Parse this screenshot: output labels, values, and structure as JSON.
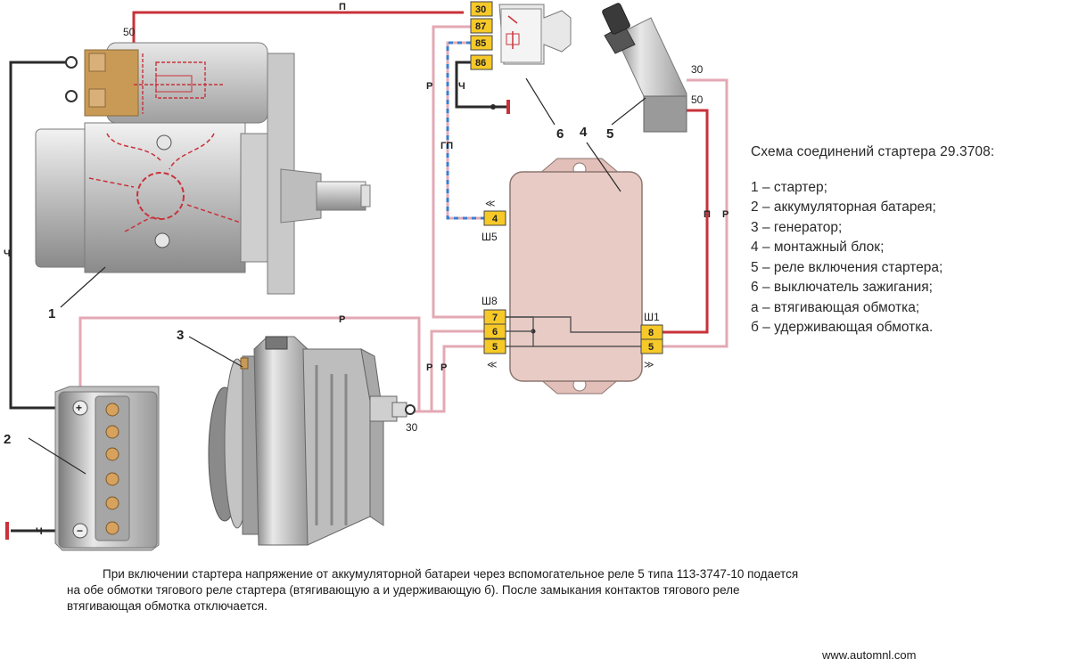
{
  "legend": {
    "title": "Схема соединений стартера  29.3708:",
    "items": [
      "1 – стартер;",
      "2 – аккумуляторная батарея;",
      "3 – генератор;",
      "4 – монтажный блок;",
      "5 – реле включения стартера;",
      "6 – выключатель зажигания;",
      "а – втягивающая обмотка;",
      "б – удерживающая обмотка."
    ]
  },
  "caption": {
    "line1": "При включении стартера напряжение от аккумуляторной батареи через вспомогательное реле 5 типа 113-3747-10 подается",
    "line2": "на обе обмотки тягового реле стартера (втягивающую а и удерживающую б). После замыкания контактов тягового реле",
    "line3": "втягивающая обмотка отключается."
  },
  "source": "www.automnl.com",
  "components": {
    "starter": "1",
    "battery": "2",
    "generator": "3",
    "mount_block": "4",
    "relay": "5",
    "ignition_switch": "6"
  },
  "terminals": {
    "starter_50": "50",
    "relay_30": "30",
    "relay_87": "87",
    "relay_85": "85",
    "relay_86": "86",
    "switch_30": "30",
    "switch_50": "50",
    "gen_30": "30",
    "block_sh5_pin": "4",
    "block_sh5": "Ш5",
    "block_sh8": "Ш8",
    "block_sh8_pin7": "7",
    "block_sh8_pin6": "6",
    "block_sh8_pin5": "5",
    "block_sh1": "Ш1",
    "block_sh1_pin8": "8",
    "block_sh1_pin5": "5",
    "battery_plus": "+",
    "battery_minus": "−"
  },
  "wire_colors": {
    "p_top": "П",
    "r_left": "Р",
    "ch_relay": "Ч",
    "gp": "ГП",
    "ch_starter": "Ч",
    "r_gen": "Р",
    "r_mid1": "Р",
    "r_mid2": "Р",
    "p_right": "П",
    "r_right": "Р",
    "ch_battery": "Ч"
  },
  "colors": {
    "wire_red": "#c8323a",
    "wire_pink": "#e3a9b4",
    "wire_black": "#2a2a2a",
    "wire_blue": "#3a7fd0",
    "terminal_yellow": "#f6c928",
    "block_fill": "#e9cbc5",
    "metal_light": "#d9d9d9",
    "metal_dark": "#8c8c8c"
  }
}
